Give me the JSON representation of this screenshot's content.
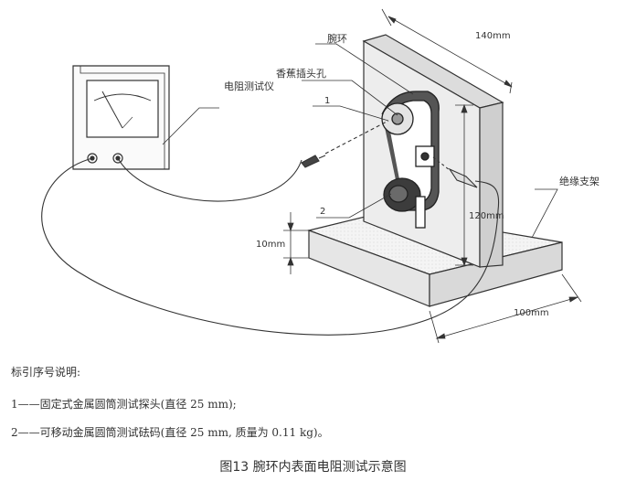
{
  "labels": {
    "resistance_meter": "电阻测试仪",
    "wristband": "腕环",
    "banana_plug_hole": "香蕉插头孔",
    "insulating_stand": "绝缘支架",
    "callout_1": "1",
    "callout_2": "2"
  },
  "dimensions": {
    "width_140": "140mm",
    "height_120": "120mm",
    "thickness_10": "10mm",
    "depth_100": "100mm"
  },
  "legend": {
    "title": "标引序号说明:",
    "item_1": "1——固定式金属圆筒测试探头(直径 25 mm);",
    "item_2": "2——可移动金属圆筒测试砝码(直径 25 mm, 质量为 0.11 kg)。"
  },
  "caption": "图13  腕环内表面电阻测试示意图"
}
